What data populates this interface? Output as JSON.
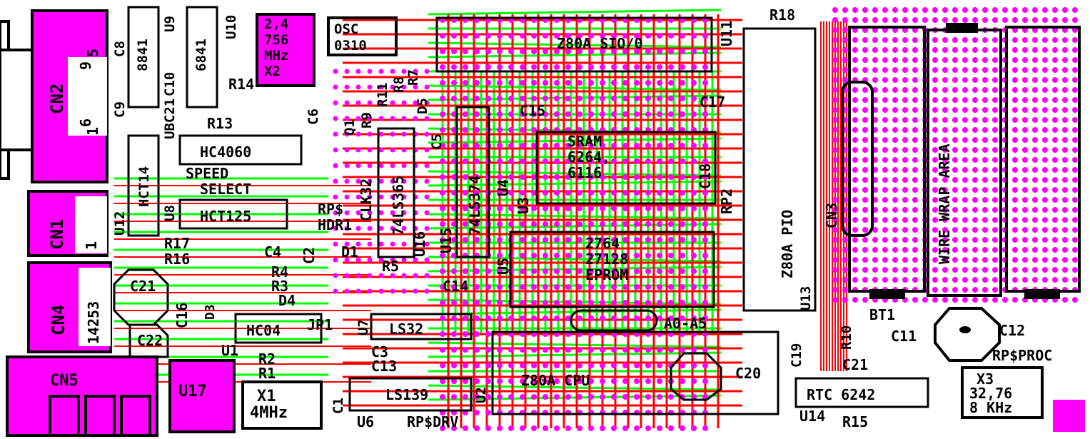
{
  "colors": {
    "background": "#ffffff",
    "pad": "#ff00ff",
    "trace_top": "#ff0000",
    "trace_bottom": "#00ff00",
    "silkscreen": "#000000"
  },
  "connectors": {
    "cn2": "CN2",
    "cn1": "CN1",
    "cn4": "CN4",
    "cn5": "CN5",
    "cn3": "CN3",
    "cn2_pins": [
      "9",
      "5",
      "6",
      "1"
    ],
    "cn1_pin": "1",
    "cn4_part": "14253"
  },
  "chips": {
    "c8": "C8",
    "c9": "C9",
    "chip_8841": "8841",
    "chip_6841": "6841",
    "c10": "C10",
    "u8": "U8",
    "u9": "U9",
    "u10": "U10",
    "u12": "U12",
    "u7": "U7",
    "hct14": "HCT14",
    "hc4060": "HC4060",
    "hct125": "HCT125",
    "hc04": "HC04",
    "ls365": "74LS365",
    "ls374": "74LS374",
    "ls32": "LS32",
    "ls139": "LS139",
    "u16": "U16",
    "u15": "U15",
    "u5": "U5",
    "u4": "U4",
    "u3": "U3",
    "u2": "U2",
    "u1": "U1",
    "u6": "U6",
    "u11": "U11",
    "u13": "U13",
    "u14": "U14",
    "u17": "U17",
    "z80a_sio": "Z80A SIO/0",
    "z80a_pio": "Z80A PIO",
    "z80a_cpu": "Z80A CPU",
    "sram": [
      "SRAM",
      "6264,",
      "6116"
    ],
    "eprom": [
      "2764",
      "27128",
      "EPROM"
    ],
    "rtc": "RTC 6242"
  },
  "passives": {
    "r13": "R13",
    "r14": "R14",
    "r17": "R17",
    "r16": "R16",
    "r4": "R4",
    "r3": "R3",
    "r2": "R2",
    "r1": "R1",
    "r5": "R5",
    "r9": "R9",
    "r11": "R11",
    "r8": "R8",
    "r7": "R7",
    "r15": "R15",
    "r10": "R10",
    "r18": "R18",
    "rp2": "RP2",
    "c21": "C21",
    "c22": "C22",
    "c16": "C16",
    "c6": "C6",
    "c4": "C4",
    "c3": "C3",
    "c13": "C13",
    "c2": "C2",
    "c1": "C1",
    "c14": "C14",
    "c15": "C15",
    "c17": "C17",
    "c18": "C18",
    "c19": "C19",
    "c20": "C20",
    "c11": "C11",
    "c12": "C12",
    "c_lower_right": "C21",
    "c5": "C5",
    "d1": "D1",
    "d3": "D3",
    "d4": "D4",
    "d5": "D5",
    "jp1": "JP1",
    "q1": "Q1",
    "bt1": "BT1"
  },
  "crystals": {
    "x1": [
      "X1",
      "4MHz"
    ],
    "x2": [
      "2,4",
      "756",
      "MHz",
      "X2"
    ],
    "x3": [
      "X3",
      "32,76",
      "8 KHz"
    ],
    "osc": [
      "OSC",
      "0310"
    ]
  },
  "labels": {
    "speed_select": [
      "SPEED",
      "SELECT"
    ],
    "rp_hdr1": [
      "RP$",
      "HDR1"
    ],
    "clk32": "CLK32",
    "wire_wrap_area": "WIRE WRAP AREA",
    "a0_a5": "A0-A5",
    "rp_proc": "RP$PROC",
    "rp_drv": "RP$DRV",
    "ubc21": "UBC21"
  }
}
